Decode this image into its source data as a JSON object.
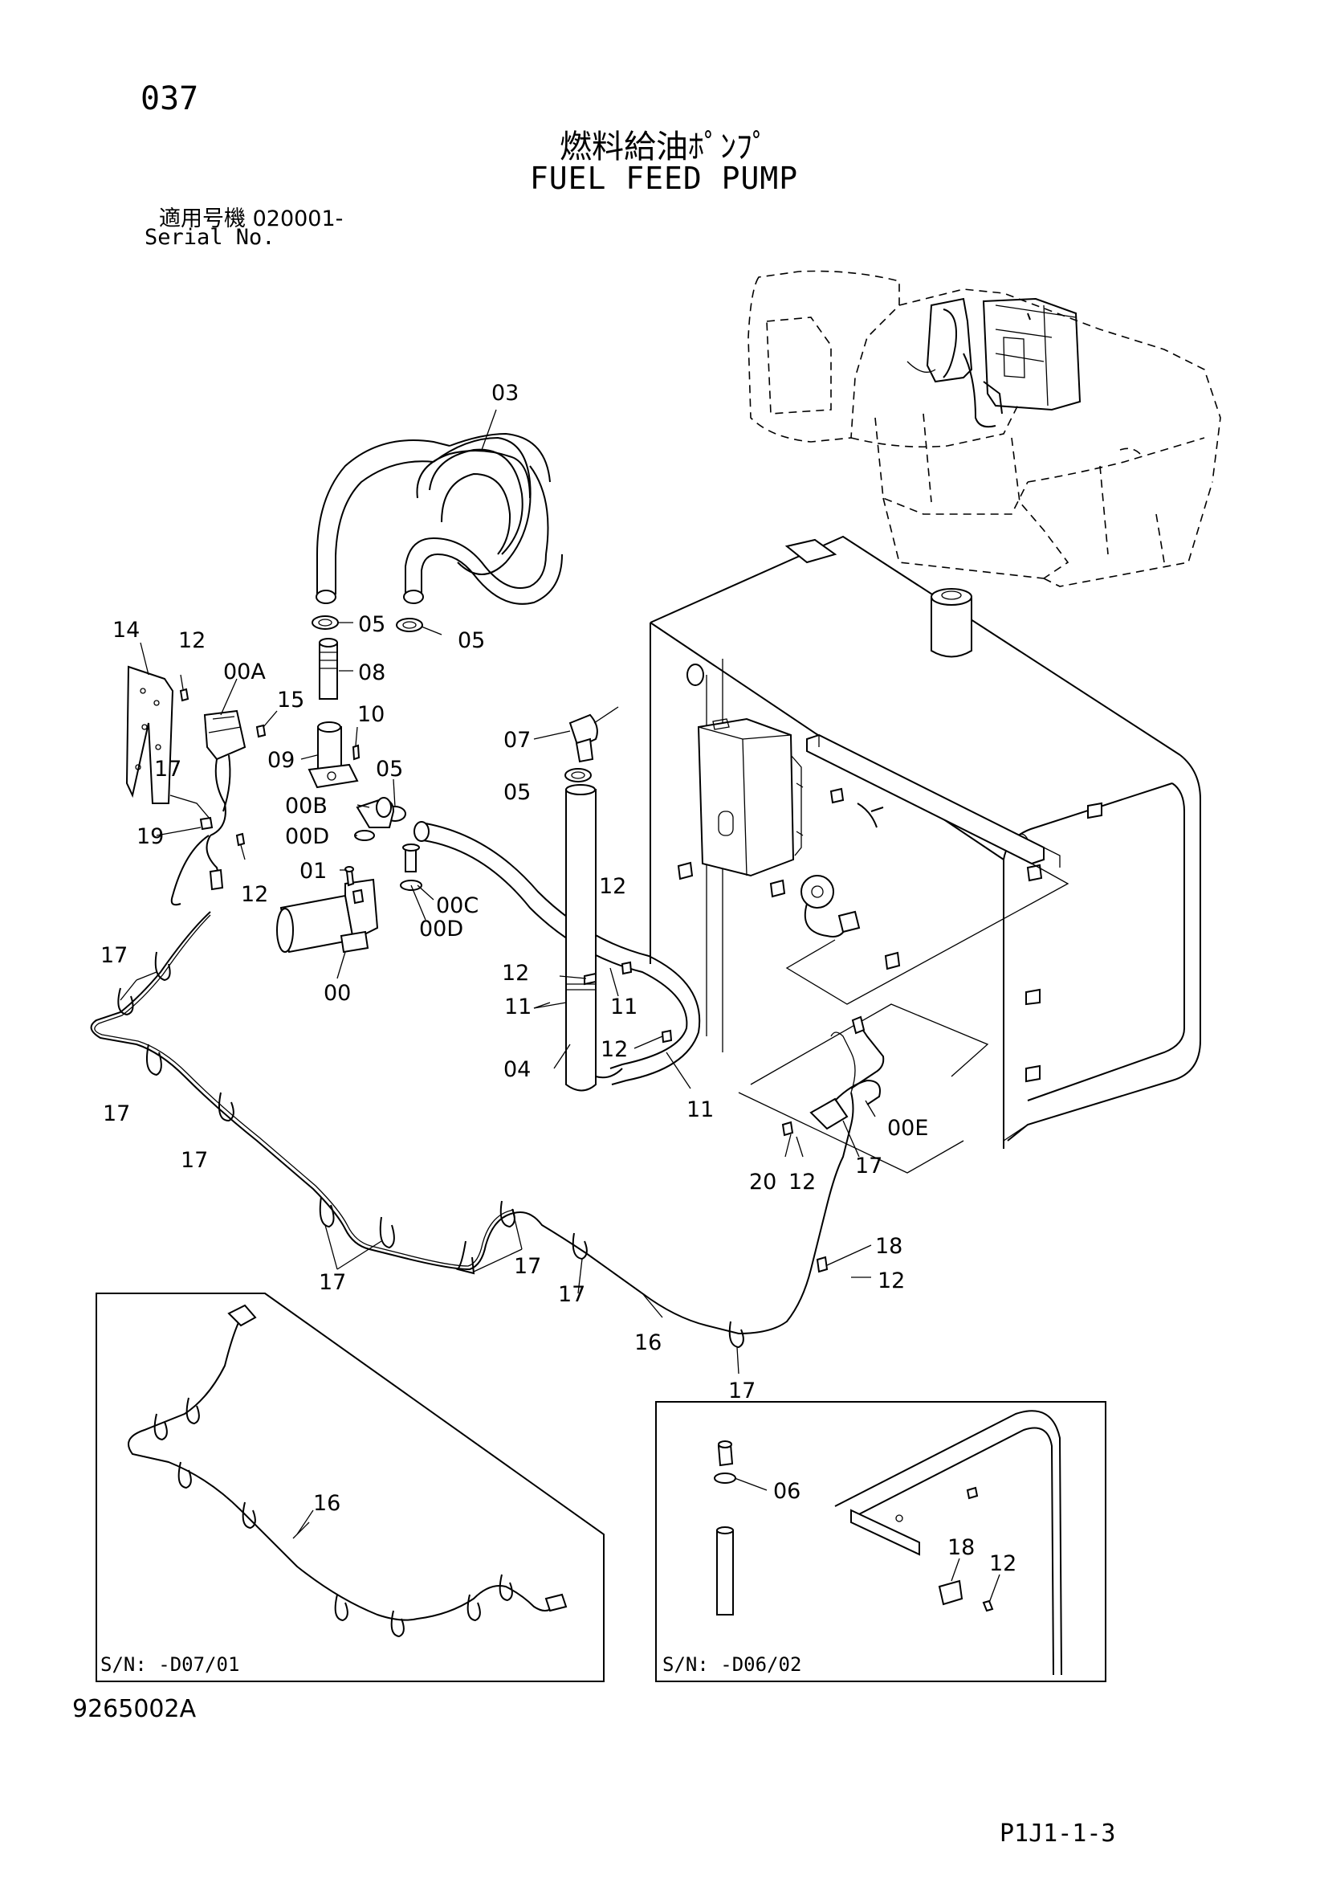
{
  "header": {
    "page_number": "037",
    "title_jp": "燃料給油ﾎﾟﾝﾌﾟ",
    "title_en": "FUEL FEED PUMP",
    "serial_label_jp": "適用号機",
    "serial_value": "020001-",
    "serial_label_en": "Serial No."
  },
  "callouts": {
    "c03": "03",
    "c05a": "05",
    "c05b": "05",
    "c08": "08",
    "c14": "14",
    "c12a": "12",
    "c00A": "00A",
    "c15": "15",
    "c10": "10",
    "c09": "09",
    "c07": "07",
    "c05c": "05",
    "c05d": "05",
    "c17a": "17",
    "c19": "19",
    "c00B": "00B",
    "c00D1": "00D",
    "c01": "01",
    "c12b": "12",
    "c00C": "00C",
    "c00D2": "00D",
    "c00": "00",
    "c12c": "12",
    "c12d": "12",
    "c11a": "11",
    "c11b": "11",
    "c17b": "17",
    "c12e": "12",
    "c04": "04",
    "c11c": "11",
    "c17c": "17",
    "c17d": "17",
    "c00E": "00E",
    "c20": "20",
    "c12f": "12",
    "c17e": "17",
    "c17f": "17",
    "c17g": "17",
    "c17h": "17",
    "c18": "18",
    "c12g": "12",
    "c16": "16",
    "c17i": "17",
    "c16b": "16",
    "c06": "06",
    "c18b": "18",
    "c12h": "12"
  },
  "insets": {
    "left_serial": "S/N: -D07/01",
    "right_serial": "S/N: -D06/02"
  },
  "footer": {
    "figure_number": "9265002A",
    "page_ref": "P1J1-1-3"
  }
}
